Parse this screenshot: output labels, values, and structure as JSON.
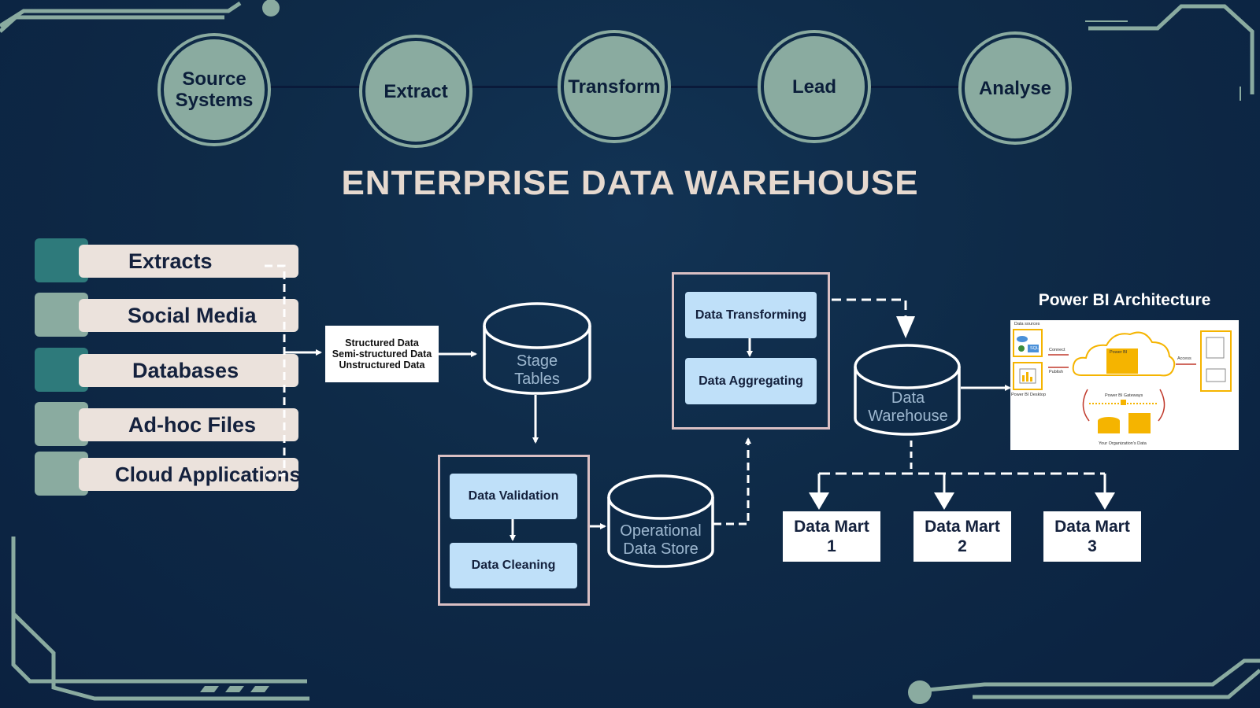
{
  "title": "ENTERPRISE DATA WAREHOUSE",
  "stages": [
    "Source Systems",
    "Extract",
    "Transform",
    "Lead",
    "Analyse"
  ],
  "sources": [
    {
      "label": "Extracts",
      "tab_color": "#2e7a7b"
    },
    {
      "label": "Social Media",
      "tab_color": "#8aaba0"
    },
    {
      "label": "Databases",
      "tab_color": "#2e7a7b"
    },
    {
      "label": "Ad-hoc Files",
      "tab_color": "#8aaba0"
    },
    {
      "label": "Cloud Applications",
      "tab_color": "#8aaba0"
    }
  ],
  "data_types": [
    "Structured Data",
    "Semi-structured Data",
    "Unstructured Data"
  ],
  "stage_tables": {
    "line1": "Stage",
    "line2": "Tables"
  },
  "validation": {
    "step1": "Data Validation",
    "step2": "Data Cleaning"
  },
  "ods": {
    "line1": "Operational",
    "line2": "Data Store"
  },
  "transform": {
    "step1": "Data Transforming",
    "step2": "Data Aggregating"
  },
  "warehouse": {
    "line1": "Data",
    "line2": "Warehouse"
  },
  "marts": [
    {
      "name": "Data Mart",
      "number": "1"
    },
    {
      "name": "Data Mart",
      "number": "2"
    },
    {
      "name": "Data Mart",
      "number": "3"
    }
  ],
  "power_bi": {
    "title": "Power BI Architecture",
    "labels": {
      "data_sources": "Data sources",
      "sql": "SQL",
      "connect": "Connect",
      "publish": "Publish",
      "access": "Access",
      "power_bi": "Power BI",
      "desktop": "Power BI Desktop",
      "gateways": "Power BI Gateways",
      "org_data": "Your Organization's Data"
    }
  },
  "colors": {
    "background": "#0e2a47",
    "circle": "#8aaba0",
    "label_bg": "#ebe2dc",
    "process_box": "#bfe0f9",
    "frame": "#d9bfc3",
    "title": "#e6d9cf",
    "accent_yellow": "#f5b400",
    "accent_red": "#c0392b"
  }
}
